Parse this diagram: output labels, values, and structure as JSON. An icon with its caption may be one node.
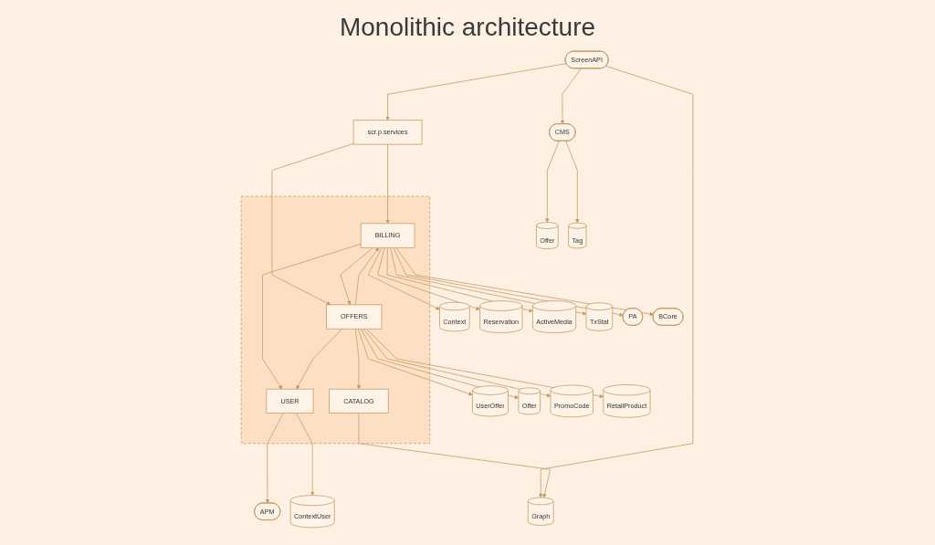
{
  "diagram": {
    "title": "Monolithic architecture",
    "nodes": [
      {
        "text": [
          "Context"
        ]
      },
      {
        "text": [
          "Reservation"
        ]
      },
      {
        "text": [
          "ActiveMedia"
        ]
      },
      {
        "text": [
          "TxStat"
        ]
      },
      {
        "text": [
          "Offer"
        ]
      },
      {
        "text": [
          "Tag"
        ]
      },
      {
        "text": [
          "PA"
        ]
      },
      {
        "text": [],
        "shape": "box"
      },
      {
        "text": [
          "BILLING"
        ],
        "in": 7
      },
      {
        "text": [
          "BCore"
        ]
      },
      {
        "text": [
          "CMS"
        ]
      },
      {
        "text": [
          "CATALOG"
        ],
        "in": 7
      },
      {
        "text": [
          "USER"
        ],
        "in": 7
      },
      {
        "text": [
          "APM"
        ]
      },
      {
        "text": [
          "ScreenAPI"
        ]
      },
      {
        "text": [
          "scr.p.services"
        ]
      },
      {
        "text": [
          "OFFERS"
        ],
        "in": 7
      },
      {
        "text": [
          "ContextUser"
        ]
      },
      {
        "text": [
          "Graph"
        ]
      },
      {
        "text": [
          "UserOffer"
        ]
      },
      {
        "text": [
          "Offer"
        ]
      },
      {
        "text": [
          "PromoCode"
        ]
      },
      {
        "text": [
          "RetailProduct"
        ]
      }
    ],
    "edges": [
      {
        "from": 14,
        "to": 10,
        "arrow": "to"
      },
      {
        "from": 10,
        "to": 4,
        "arrow": "to"
      },
      {
        "from": 10,
        "to": 5,
        "arrow": "to"
      },
      {
        "from": 14,
        "to": 15,
        "arrow": "to"
      },
      {
        "from": 14,
        "to": 18,
        "arrow": "to"
      },
      {
        "from": 15,
        "to": 8,
        "arrow": "to"
      },
      {
        "from": 15,
        "to": 16,
        "arrow": "to"
      },
      {
        "from": 11,
        "to": 18,
        "arrow": "to"
      },
      {
        "from": 8,
        "to": 0,
        "arrow": "to"
      },
      {
        "from": 8,
        "to": 1,
        "arrow": "to"
      },
      {
        "from": 8,
        "to": 2,
        "arrow": "to"
      },
      {
        "from": 8,
        "to": 3,
        "arrow": "to"
      },
      {
        "from": 8,
        "to": 6,
        "arrow": "to"
      },
      {
        "from": 8,
        "to": 9,
        "arrow": "to"
      },
      {
        "from": 8,
        "to": 12,
        "arrow": "to"
      },
      {
        "from": 8,
        "to": 16,
        "arrow": "to"
      },
      {
        "from": 16,
        "to": 8,
        "arrow": "to"
      },
      {
        "from": 16,
        "to": 11,
        "arrow": "to"
      },
      {
        "from": 16,
        "to": 12,
        "arrow": "to"
      },
      {
        "from": 12,
        "to": 13,
        "arrow": "to"
      },
      {
        "from": 12,
        "to": 17,
        "arrow": "to"
      },
      {
        "from": 16,
        "to": 19,
        "arrow": "to"
      },
      {
        "from": 16,
        "to": 20,
        "arrow": "to"
      },
      {
        "from": 16,
        "to": 21,
        "arrow": "to"
      },
      {
        "from": 16,
        "to": 22,
        "arrow": "to"
      }
    ]
  }
}
